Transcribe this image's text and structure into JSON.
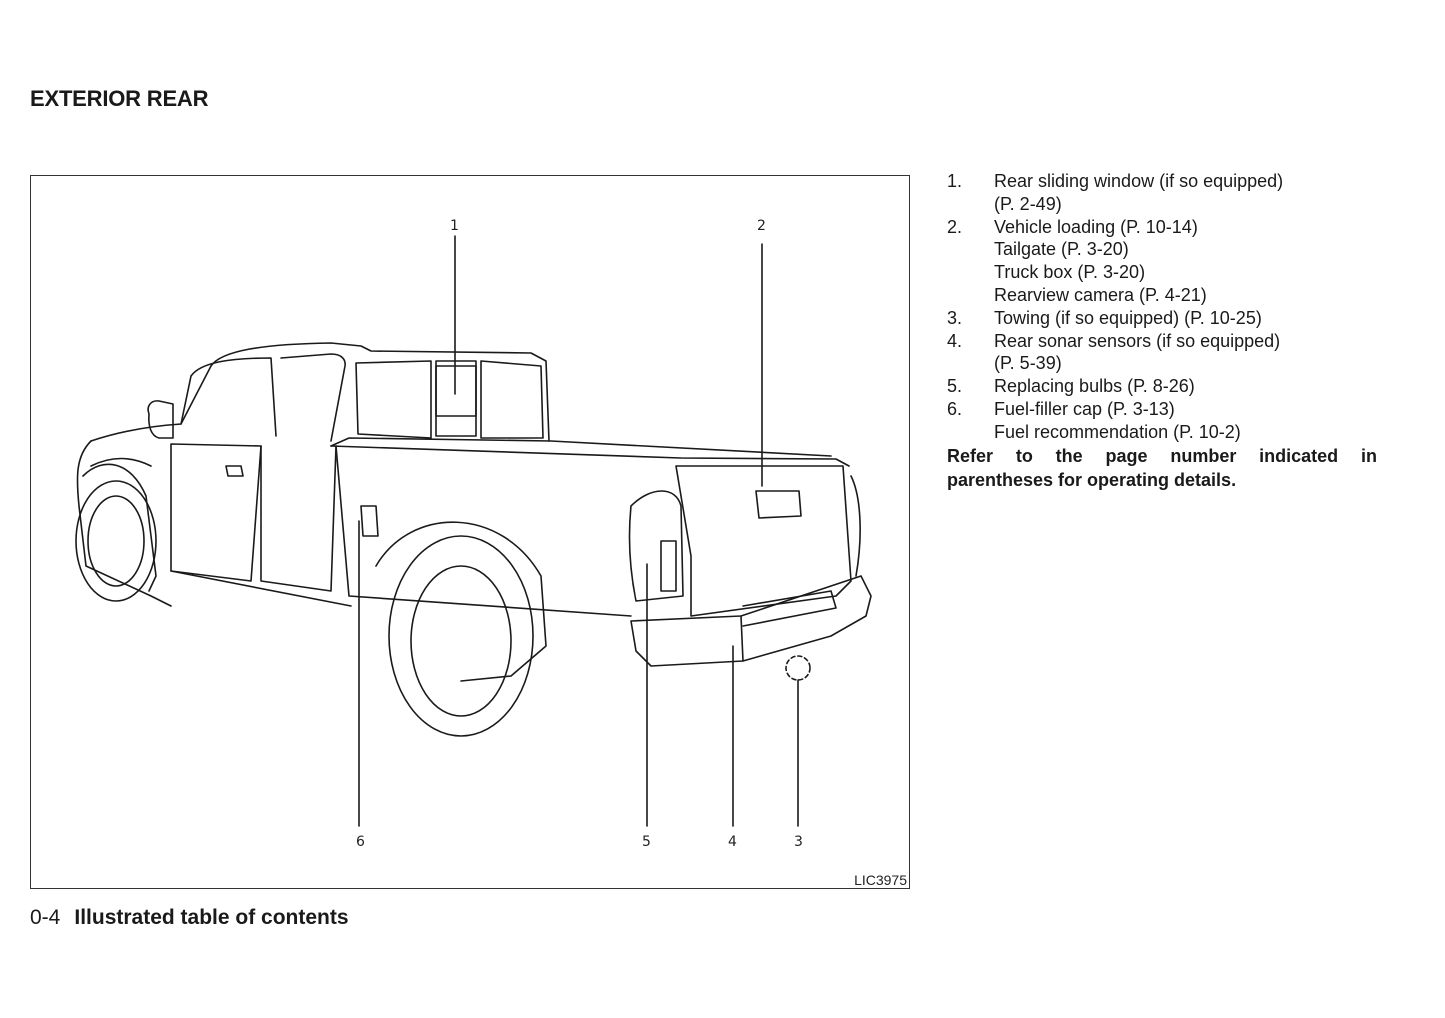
{
  "header": {
    "title": "EXTERIOR REAR"
  },
  "figure": {
    "id": "LIC3975",
    "callouts": [
      "1",
      "2",
      "3",
      "4",
      "5",
      "6"
    ]
  },
  "legend": {
    "items": [
      {
        "num": "1.",
        "lines": [
          "Rear sliding window (if so equipped)",
          "(P. 2-49)"
        ]
      },
      {
        "num": "2.",
        "lines": [
          "Vehicle loading (P. 10-14)",
          "Tailgate (P. 3-20)",
          "Truck box (P. 3-20)",
          "Rearview camera (P. 4-21)"
        ]
      },
      {
        "num": "3.",
        "lines": [
          "Towing (if so equipped) (P. 10-25)"
        ]
      },
      {
        "num": "4.",
        "lines": [
          "Rear sonar sensors (if so equipped)",
          "(P. 5-39)"
        ]
      },
      {
        "num": "5.",
        "lines": [
          "Replacing bulbs (P. 8-26)"
        ]
      },
      {
        "num": "6.",
        "lines": [
          "Fuel-filler cap (P. 3-13)",
          "Fuel recommendation (P. 10-2)"
        ]
      }
    ],
    "note": "Refer to the page number indicated in parentheses for operating details."
  },
  "footer": {
    "page": "0-4",
    "title": "Illustrated table of contents"
  }
}
